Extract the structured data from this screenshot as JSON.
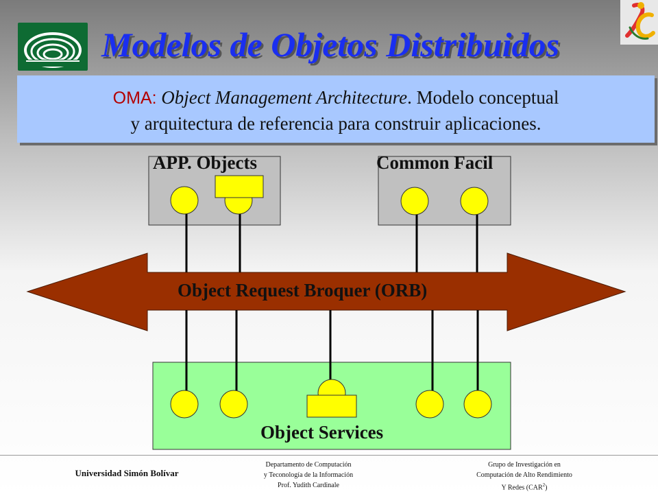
{
  "header": {
    "title": "Modelos de Objetos Distribuidos"
  },
  "infobox": {
    "oma_label": "OMA:",
    "oma_italic": "Object Management Architecture",
    "line1_rest": ". Modelo conceptual",
    "line2": "y arquitectura de referencia para construir aplicaciones."
  },
  "diagram": {
    "app_objects_label": "APP. Objects",
    "common_facil_label": "Common Facil",
    "orb_label": "Object Request Broquer (ORB)",
    "object_services_label": "Object Services"
  },
  "footer": {
    "university": "Universidad Simón Bolívar",
    "dept_line1": "Departamento de Computación",
    "dept_line2": "y Teconología de la Información",
    "dept_line3": "Prof. Yudith Cardinale",
    "group_line1": "Grupo de Investigación en",
    "group_line2": "Computación de Alto Rendimiento",
    "group_line3": "Y Redes (CAR",
    "group_sup": "2",
    "group_close": ")"
  },
  "colors": {
    "title": "#1a2ef0",
    "infobox_bg": "#a8c8ff",
    "oma": "#b30000",
    "orb_arrow": "#9a2f00",
    "box_gray": "#c0c0c0",
    "box_green": "#99ff99",
    "node_yellow": "#ffff00"
  }
}
